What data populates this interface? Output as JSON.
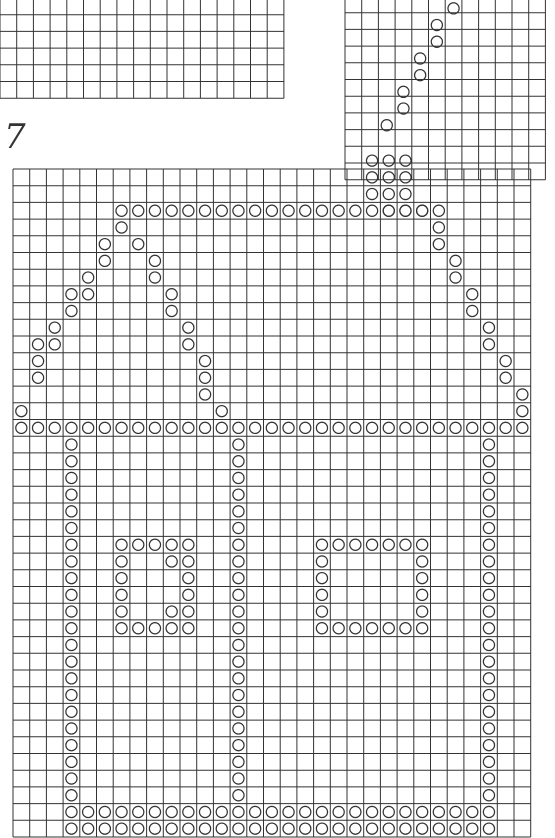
{
  "pattern": {
    "cell_symbol": "open-circle",
    "line_color": "#333333",
    "paper_color": "#ffffff",
    "grid_blocks": [
      {
        "name": "top-left-grid",
        "cols": 17,
        "rows": 6
      },
      {
        "name": "top-right-grid",
        "cols": 12,
        "rows": 11
      },
      {
        "name": "main-grid",
        "cols": 31,
        "rows": 40
      }
    ],
    "handwritten_mark": "7"
  }
}
